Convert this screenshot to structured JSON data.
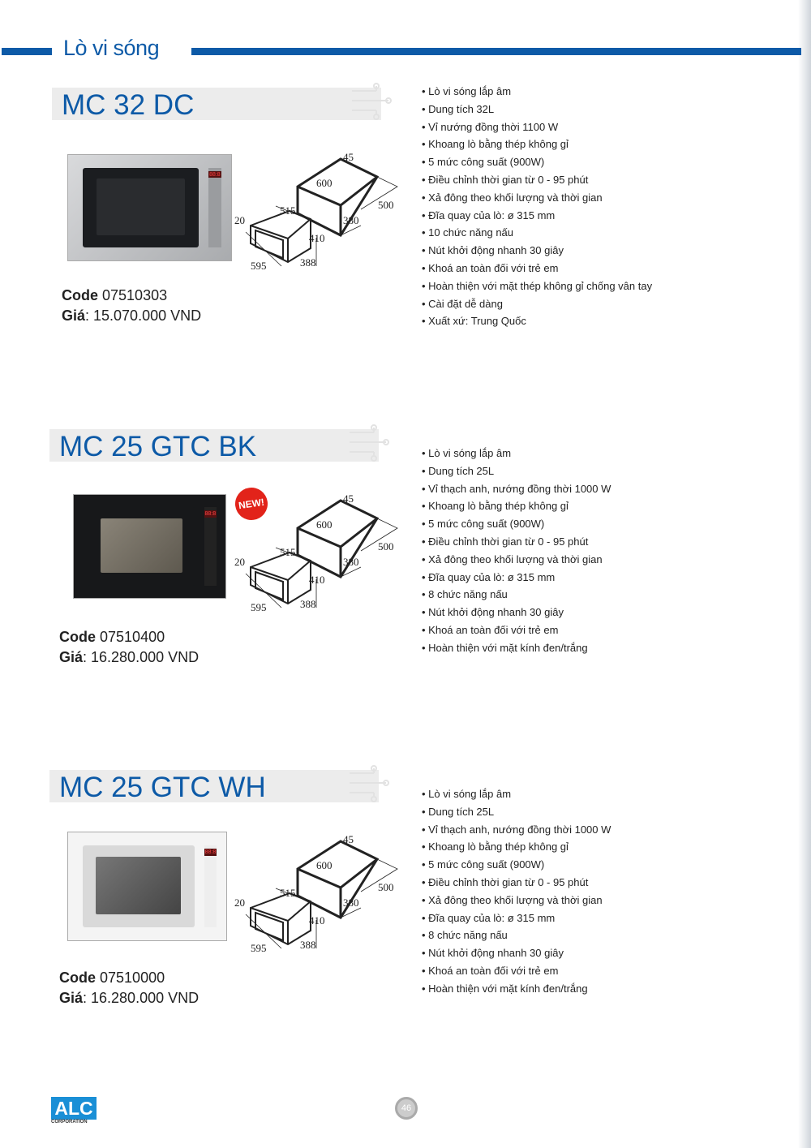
{
  "header": {
    "title": "Lò vi sóng",
    "accent": "#0d5aa7"
  },
  "products": [
    {
      "name": "MC 32 DC",
      "finish": "stainless",
      "new": false,
      "code_label": "Code",
      "code": "07510303",
      "price_label": "Giá",
      "price": ": 15.070.000 VND",
      "dims": {
        "a": "45",
        "b": "600",
        "c": "500",
        "d": "515",
        "e": "20",
        "f": "380",
        "g": "410",
        "h": "595",
        "i": "388"
      },
      "features": [
        "Lò vi sóng lắp âm",
        "Dung tích 32L",
        "Vỉ nướng đồng thời 1100 W",
        "Khoang lò bằng thép không gỉ",
        "5 mức công suất (900W)",
        "Điều chỉnh thời gian từ 0 - 95 phút",
        "Xả đông theo khối lượng và thời gian",
        "Đĩa quay của lò: ø 315 mm",
        "10 chức năng nấu",
        "Nút khởi động nhanh 30 giây",
        "Khoá an toàn đối với trẻ em",
        "Hoàn thiện với mặt thép không gỉ chống vân tay",
        "Cài đặt dễ dàng",
        "Xuất xứ: Trung Quốc"
      ]
    },
    {
      "name": "MC 25 GTC BK",
      "finish": "black",
      "new": true,
      "new_label": "NEW!",
      "code_label": "Code",
      "code": "07510400",
      "price_label": "Giá",
      "price": ": 16.280.000 VND",
      "dims": {
        "a": "45",
        "b": "600",
        "c": "500",
        "d": "515",
        "e": "20",
        "f": "380",
        "g": "410",
        "h": "595",
        "i": "388"
      },
      "features": [
        "Lò vi sóng lắp âm",
        "Dung tích 25L",
        "Vỉ thạch anh, nướng đồng thời 1000 W",
        "Khoang lò bằng thép không gỉ",
        "5 mức công suất (900W)",
        "Điều chỉnh thời gian từ 0 - 95 phút",
        "Xả đông theo khối lượng và thời gian",
        "Đĩa quay của lò: ø 315 mm",
        "8 chức năng nấu",
        "Nút khởi động nhanh 30 giây",
        "Khoá an toàn đối với trẻ em",
        "Hoàn thiện với mặt kính đen/trắng"
      ]
    },
    {
      "name": "MC 25 GTC WH",
      "finish": "white",
      "new": false,
      "code_label": "Code",
      "code": "07510000",
      "price_label": "Giá",
      "price": ": 16.280.000 VND",
      "dims": {
        "a": "45",
        "b": "600",
        "c": "500",
        "d": "515",
        "e": "20",
        "f": "380",
        "g": "410",
        "h": "595",
        "i": "388"
      },
      "features": [
        "Lò vi sóng lắp âm",
        "Dung tích 25L",
        "Vỉ thạch anh, nướng đồng thời 1000 W",
        "Khoang lò bằng thép không gỉ",
        "5 mức công suất (900W)",
        "Điều chỉnh thời gian từ 0 - 95 phút",
        "Xả đông theo khối lượng và thời gian",
        "Đĩa quay của lò: ø 315 mm",
        "8 chức năng nấu",
        "Nút khởi động nhanh 30 giây",
        "Khoá an toàn đối với trẻ em",
        "Hoàn thiện với mặt kính đen/trắng"
      ]
    }
  ],
  "footer": {
    "logo": "ALC",
    "logo_sub": "CORPORATION",
    "page": "46"
  }
}
